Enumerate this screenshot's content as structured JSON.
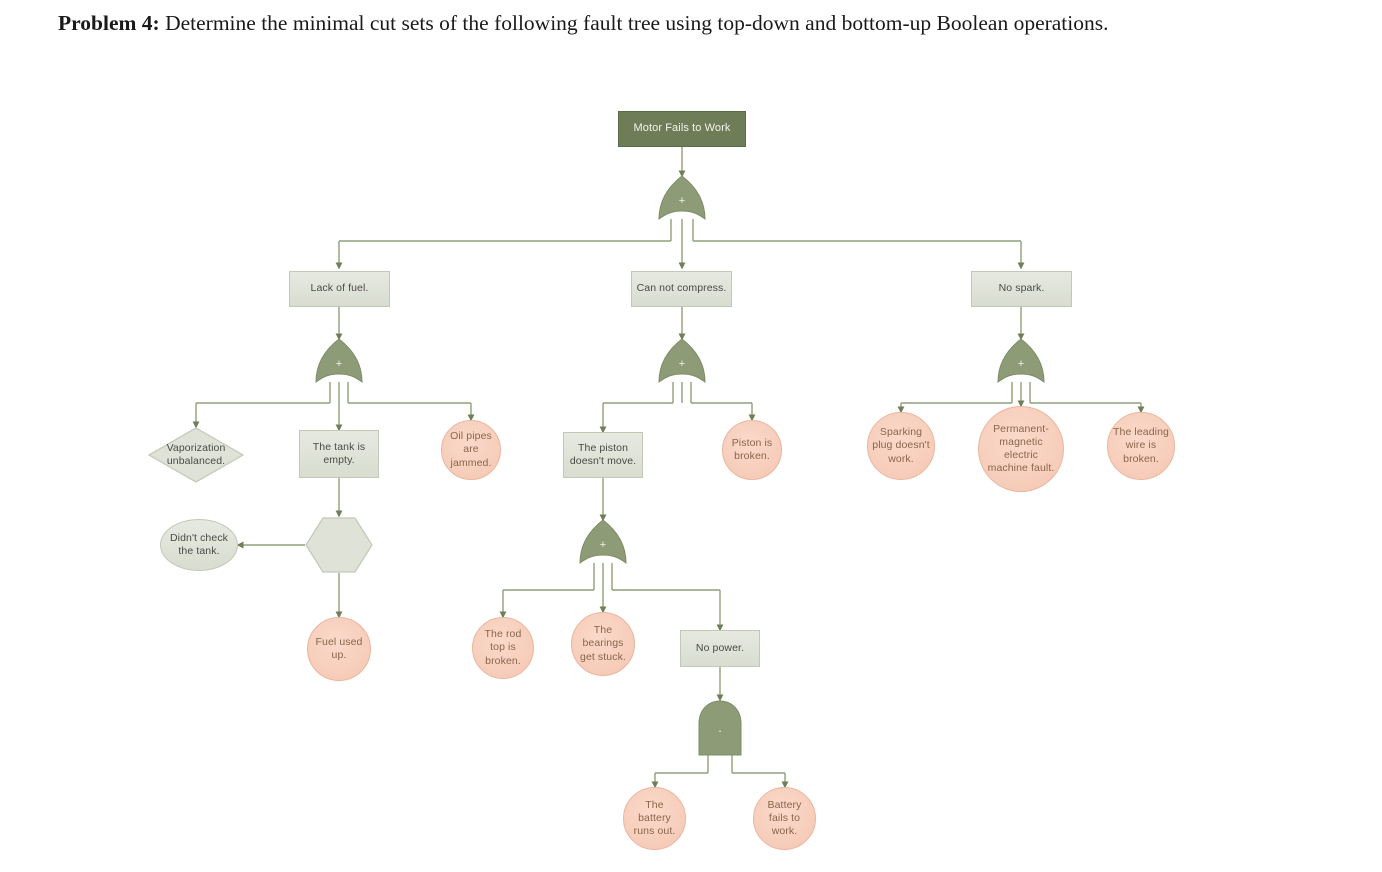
{
  "problem": {
    "label": "Problem 4:",
    "text": " Determine the minimal cut sets of the following fault tree using top-down and bottom-up Boolean operations."
  },
  "colors": {
    "top_event_fill": "#6e7d57",
    "gate_fill": "#8d9c77",
    "rect_fill": "#dfe3d7",
    "basic_event_fill": "#f7cfbc",
    "connector": "#8d9c77",
    "rect_text": "#4a4a46",
    "basic_event_text": "#8a664c"
  },
  "diagram": {
    "title": "fault-tree-motor-fails-to-work",
    "gates": {
      "g_top": {
        "type": "or",
        "symbol": "+",
        "name": "or-gate-motor-fails"
      },
      "g_fuel": {
        "type": "or",
        "symbol": "+",
        "name": "or-gate-lack-of-fuel"
      },
      "g_compress": {
        "type": "or",
        "symbol": "+",
        "name": "or-gate-can-not-compress"
      },
      "g_spark": {
        "type": "or",
        "symbol": "+",
        "name": "or-gate-no-spark"
      },
      "g_piston": {
        "type": "or",
        "symbol": "+",
        "name": "or-gate-piston-doesnt-move"
      },
      "g_power": {
        "type": "and",
        "symbol": "·",
        "name": "and-gate-no-power"
      }
    },
    "nodes": {
      "n_top": {
        "text": "Motor Fails to Work",
        "shape": "rect-top"
      },
      "n_lack_fuel": {
        "text": "Lack of fuel.",
        "shape": "rect"
      },
      "n_no_compress": {
        "text": "Can not compress.",
        "shape": "rect"
      },
      "n_no_spark": {
        "text": "No spark.",
        "shape": "rect"
      },
      "n_vaporization": {
        "text": "Vaporization unbalanced.",
        "shape": "diamond"
      },
      "n_tank_empty": {
        "text": "The tank is empty.",
        "shape": "rect"
      },
      "n_oil_pipes": {
        "text": "Oil pipes are jammed.",
        "shape": "circle"
      },
      "n_hexagon": {
        "text": "",
        "shape": "hexagon"
      },
      "n_didnt_check": {
        "text": "Didn't check the tank.",
        "shape": "ellipse"
      },
      "n_fuel_used": {
        "text": "Fuel used up.",
        "shape": "circle"
      },
      "n_piston_stuck": {
        "text": "The piston doesn't move.",
        "shape": "rect"
      },
      "n_piston_broken": {
        "text": "Piston is broken.",
        "shape": "circle"
      },
      "n_rod_top": {
        "text": "The rod top is broken.",
        "shape": "circle"
      },
      "n_bearings": {
        "text": "The bearings get stuck.",
        "shape": "circle"
      },
      "n_no_power": {
        "text": "No power.",
        "shape": "rect"
      },
      "n_battery_runs_out": {
        "text": "The battery runs out.",
        "shape": "circle"
      },
      "n_battery_fails": {
        "text": "Battery fails to work.",
        "shape": "circle"
      },
      "n_sparking_plug": {
        "text": "Sparking plug doesn't work.",
        "shape": "circle"
      },
      "n_magnetic": {
        "text": "Permanent-magnetic electric machine fault.",
        "shape": "circle"
      },
      "n_leading_wire": {
        "text": "The leading wire is broken.",
        "shape": "circle"
      }
    }
  }
}
